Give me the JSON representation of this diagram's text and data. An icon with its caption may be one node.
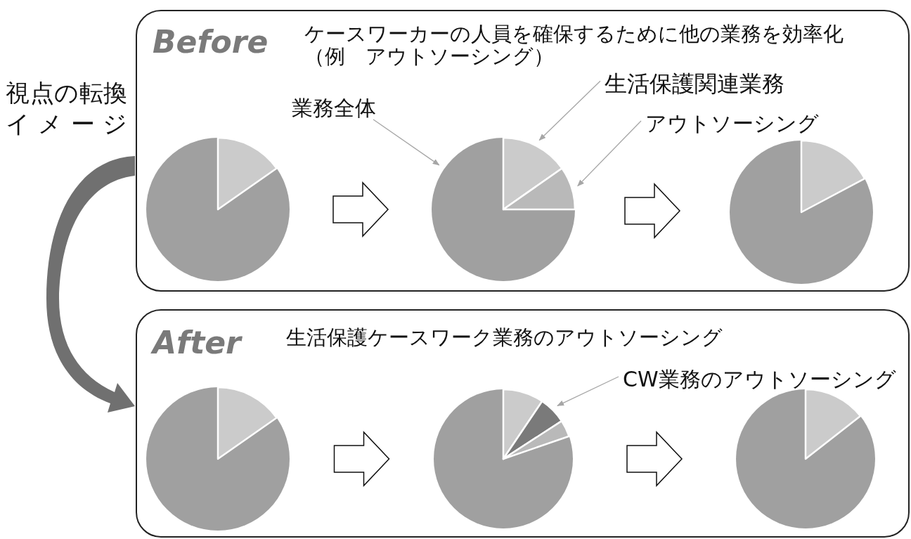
{
  "diagram": {
    "nodes": [
      {
        "text": [
          "Before",
          "ケースワーカーの人員を確保するために他の業務を効率化（例　アウトソーシング）"
        ]
      },
      {
        "text": [],
        "shape": "pie",
        "in": 0
      },
      {
        "text": [
          "業務全体"
        ],
        "in": 0
      },
      {
        "text": [
          "生活保護関連業務"
        ],
        "in": 0
      },
      {
        "text": [
          "アウトソーシング"
        ],
        "in": 0
      },
      {
        "text": [],
        "shape": "pie",
        "in": 0
      },
      {
        "text": [],
        "shape": "slice",
        "in": 5
      },
      {
        "text": [],
        "shape": "slice",
        "in": 5
      },
      {
        "text": [],
        "shape": "pie",
        "in": 0
      },
      {
        "text": [
          "After",
          "生活保護ケースワーク業務のアウトソーシング"
        ]
      },
      {
        "text": [
          "CW業務のアウトソーシング"
        ],
        "in": 9
      },
      {
        "text": [],
        "shape": "pie",
        "in": 9
      },
      {
        "text": [],
        "shape": "pie",
        "in": 9
      },
      {
        "text": [],
        "shape": "slice",
        "in": 12
      },
      {
        "text": [],
        "shape": "slice",
        "in": 12
      },
      {
        "text": [],
        "shape": "slice",
        "in": 12
      },
      {
        "text": [],
        "shape": "pie",
        "in": 9
      }
    ],
    "edges": [
      {
        "from": 1,
        "to": 5,
        "arrow": "to"
      },
      {
        "from": 5,
        "to": 8,
        "arrow": "to"
      },
      {
        "from": 11,
        "to": 12,
        "arrow": "to"
      },
      {
        "from": 12,
        "to": 16,
        "arrow": "to"
      },
      {
        "from": 2,
        "to": 5,
        "arrow": "to",
        "color": "#a6a6a6"
      },
      {
        "from": 3,
        "to": 6,
        "arrow": "to",
        "color": "#a6a6a6"
      },
      {
        "from": 4,
        "to": 7,
        "arrow": "to",
        "color": "#a6a6a6"
      },
      {
        "from": 10,
        "to": 14,
        "arrow": "to",
        "color": "#a6a6a6"
      },
      {
        "from": 0,
        "to": 9,
        "arrow": "to",
        "style": "thick",
        "color": "#707070"
      }
    ],
    "labels": [
      "視点の転換イメージ"
    ]
  }
}
